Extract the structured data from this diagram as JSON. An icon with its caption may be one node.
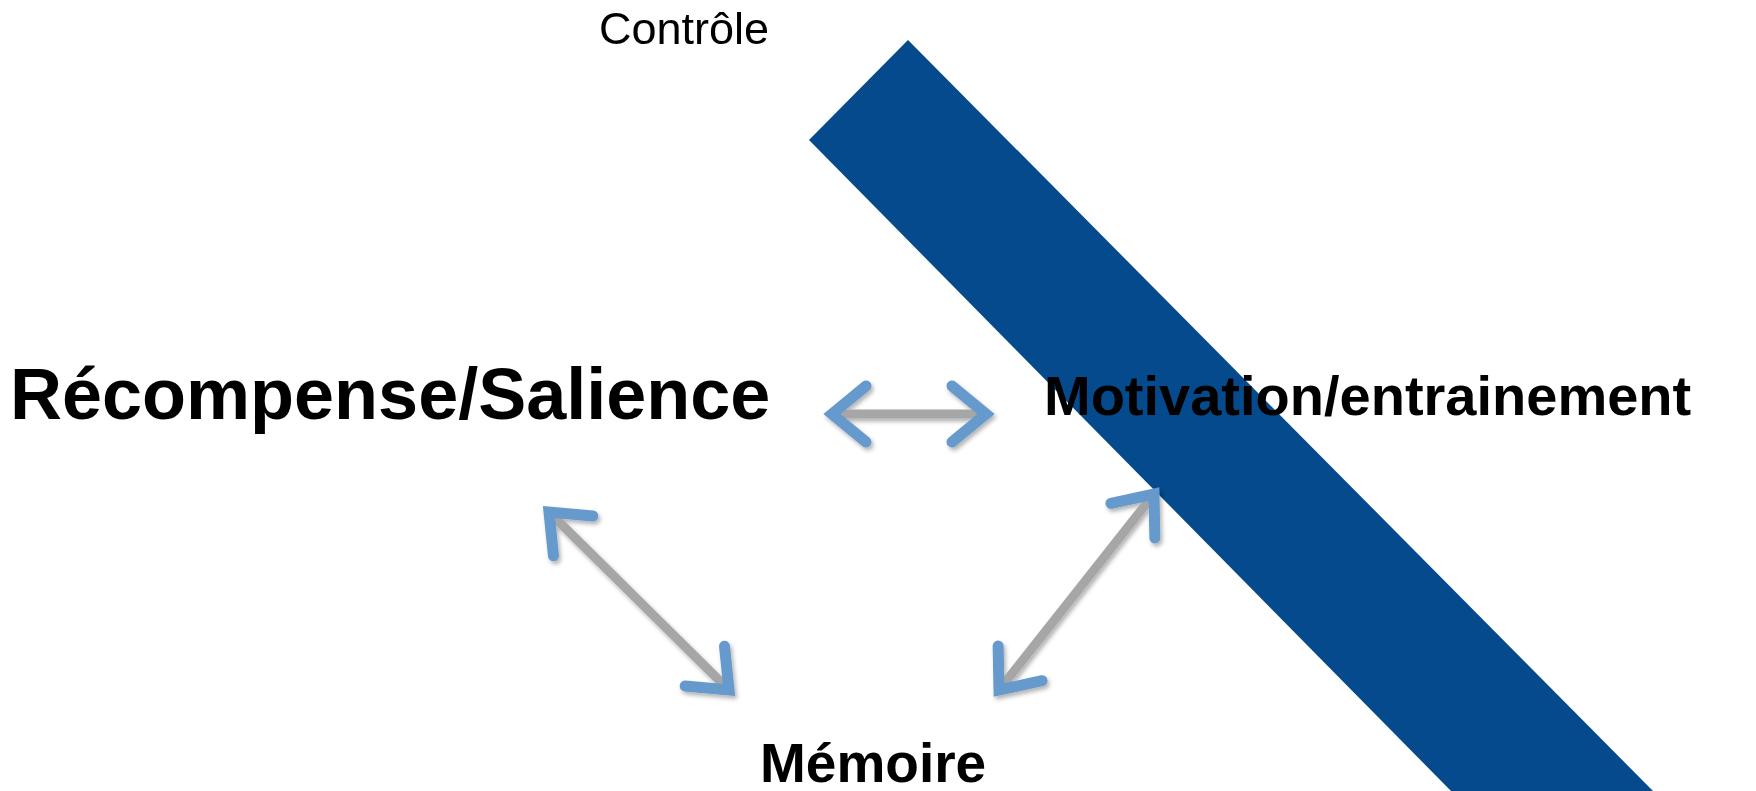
{
  "diagram": {
    "nodes": [
      {
        "text": [
          "Contrôle"
        ]
      },
      {
        "text": [
          "Récompense/Salience"
        ]
      },
      {
        "text": [
          "Motivation/entrainement"
        ]
      },
      {
        "text": [
          "Mémoire"
        ]
      }
    ],
    "edges": [
      {
        "from": 1,
        "to": 2,
        "arrow": "both"
      },
      {
        "from": 1,
        "to": 3,
        "arrow": "both"
      },
      {
        "from": 3,
        "to": 2,
        "arrow": "both"
      }
    ]
  }
}
